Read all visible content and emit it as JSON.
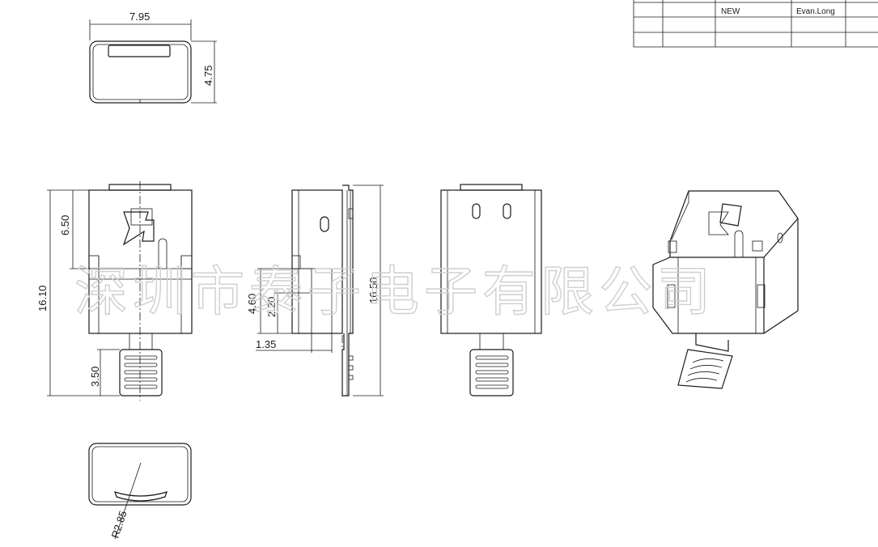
{
  "title_block": {
    "rows": [
      [
        "",
        "",
        "NEW",
        "Evan.Long",
        ""
      ],
      [
        "",
        "",
        "",
        "",
        ""
      ],
      [
        "",
        "",
        "",
        "",
        ""
      ]
    ]
  },
  "dimensions": {
    "top_width": "7.95",
    "top_height": "4.75",
    "front_upper": "6.50",
    "front_total": "16.10",
    "front_tab": "3.50",
    "side_a": "4.60",
    "side_b": "2.20",
    "side_c": "1.35",
    "side_total": "16.50",
    "bottom_radius": "R2.85"
  },
  "watermark": "深圳市泰子电子有限公司"
}
